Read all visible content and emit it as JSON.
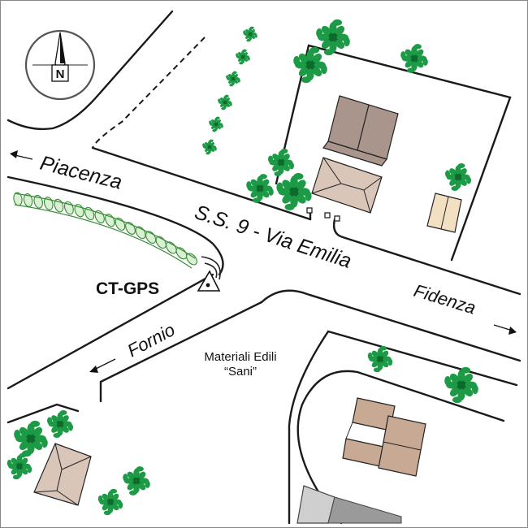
{
  "roads": {
    "main_road": "S.S. 9 - Via Emilia",
    "west_direction": "Piacenza",
    "east_direction": "Fidenza",
    "south_direction": "Fornio"
  },
  "station": {
    "label": "CT-GPS"
  },
  "poi": {
    "line1": "Materiali Edili",
    "line2": "“Sani”"
  },
  "compass": {
    "north_letter": "N",
    "icon": "north-arrow-icon"
  },
  "colors": {
    "tree": "#1c9a46",
    "tree_dark": "#0d6a2c",
    "roof_dark": "#a9958b",
    "roof_light": "#d9c6b9",
    "roof_tan": "#c8a994",
    "roof_yellow": "#f3e0c3",
    "road": "#1a1a1a"
  }
}
